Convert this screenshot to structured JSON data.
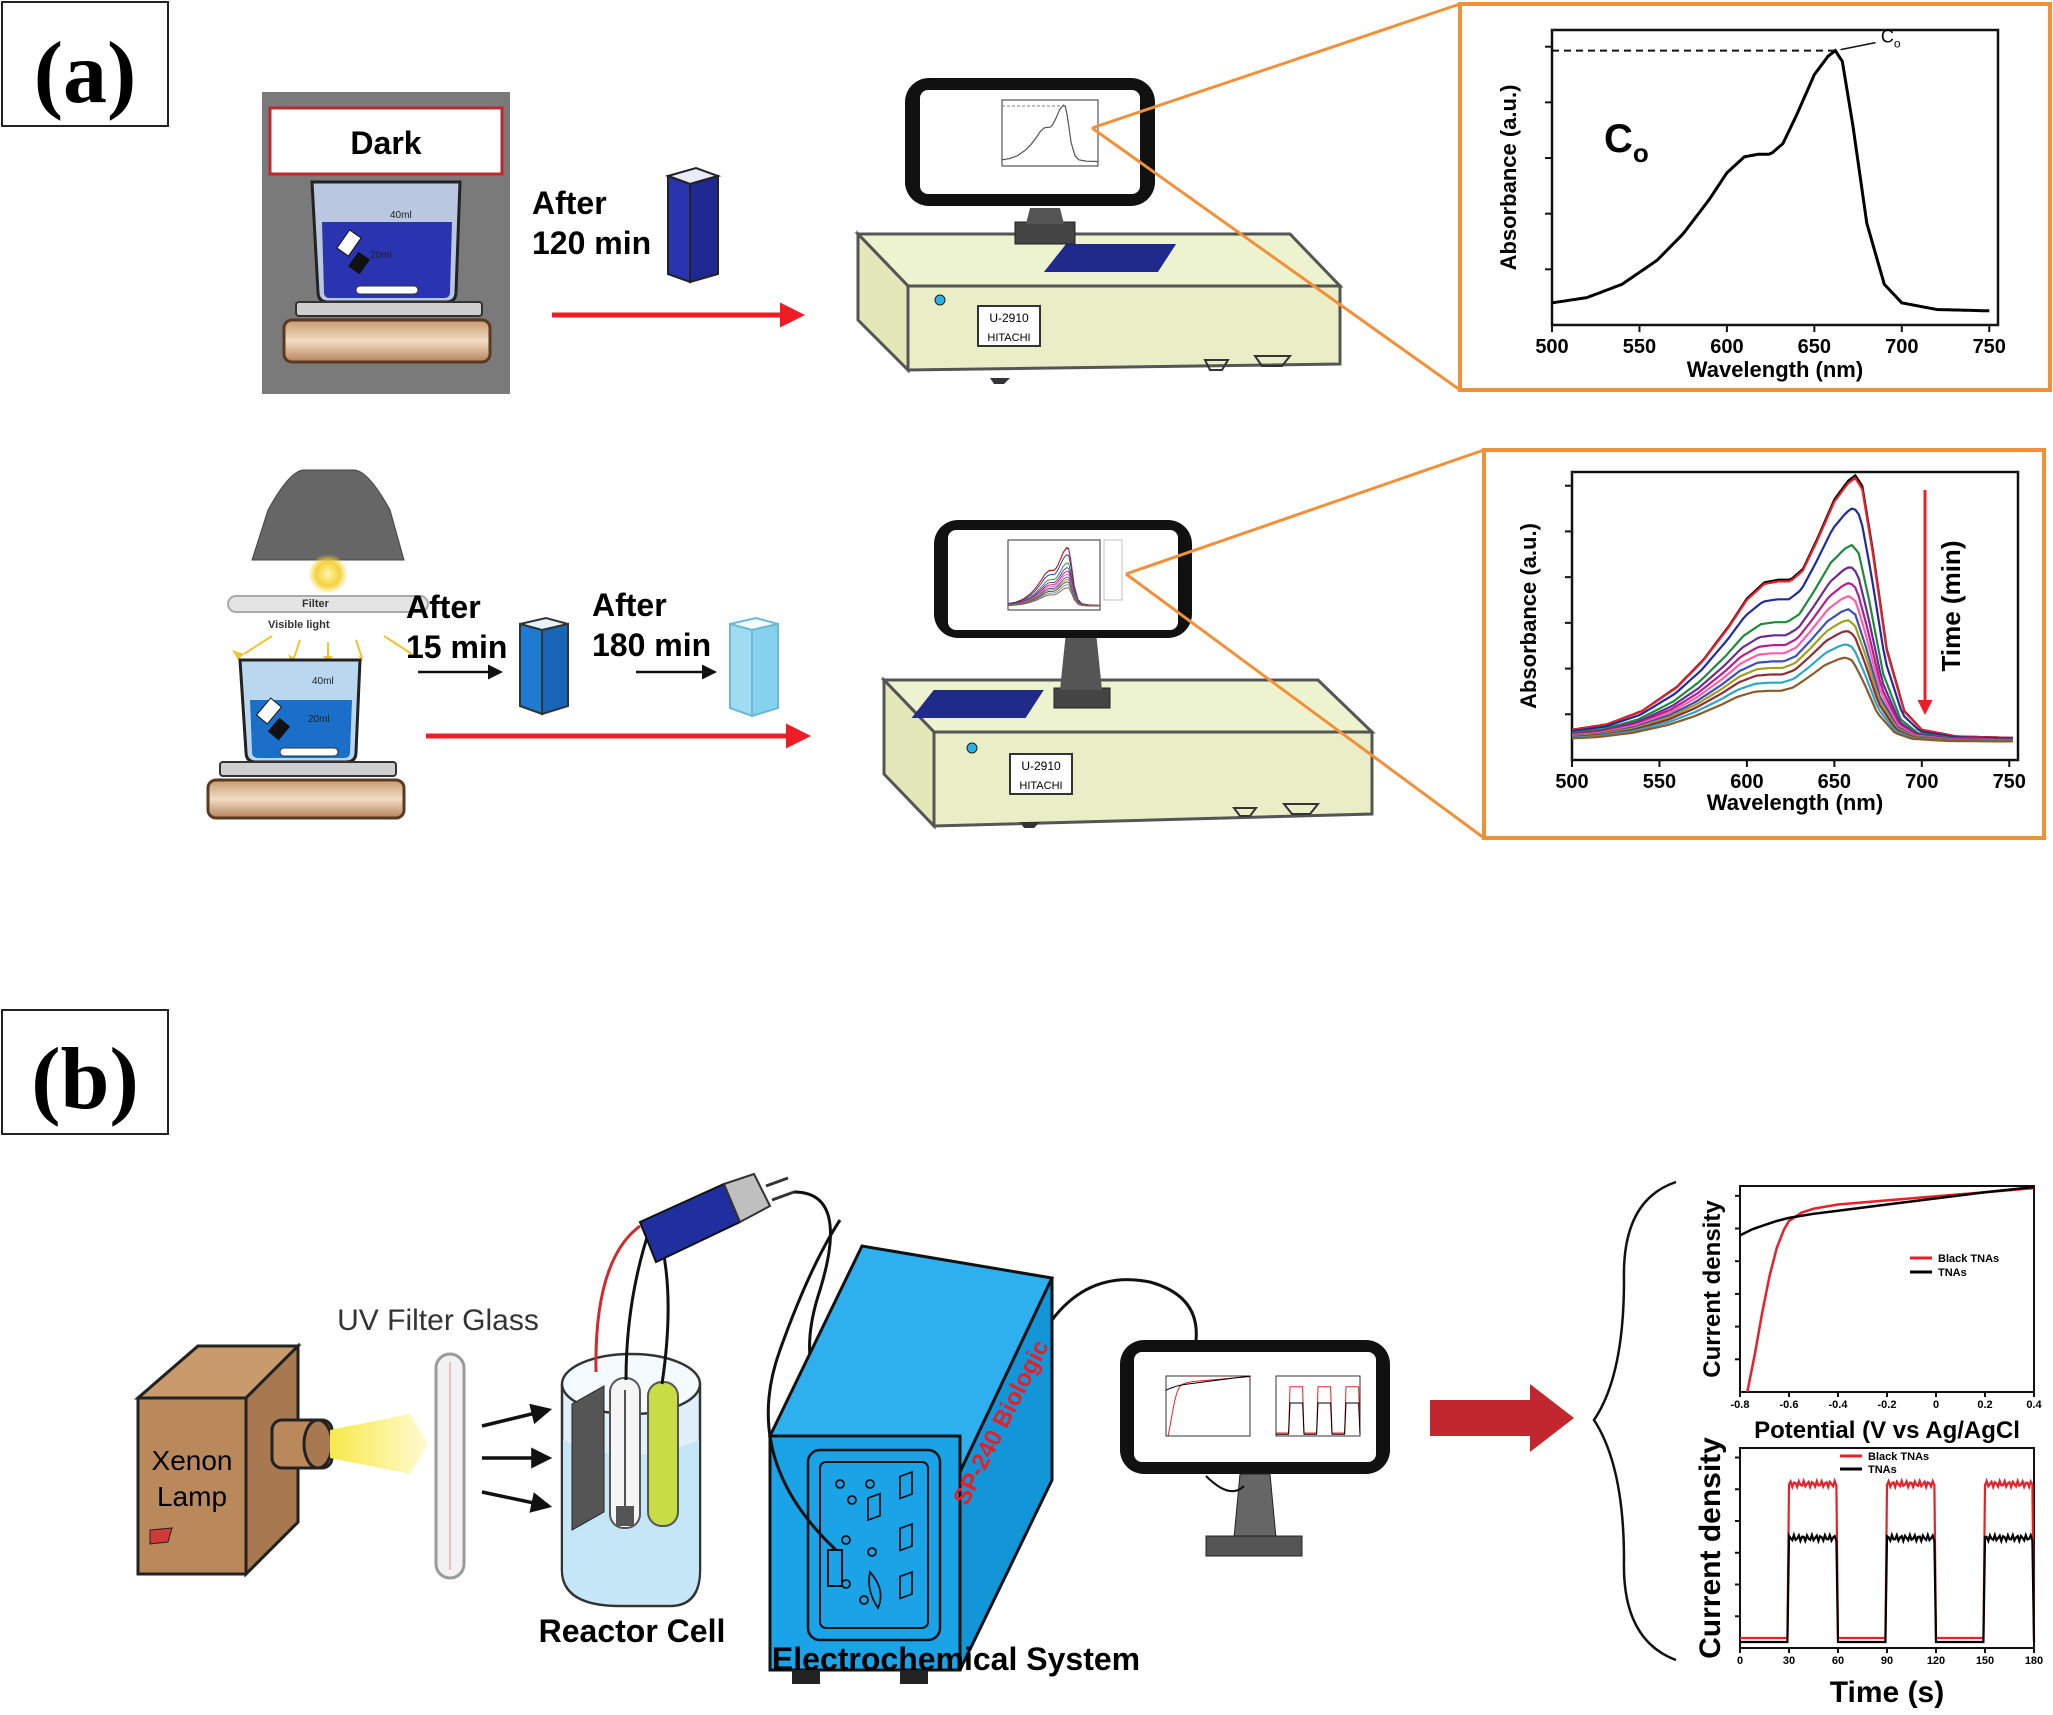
{
  "panel_a": {
    "label": "(a)",
    "dark_label": "Dark",
    "beaker_marks": [
      "40ml",
      "20ml"
    ],
    "after_120": [
      "After",
      "120 min"
    ],
    "after_15": [
      "After",
      "15 min"
    ],
    "after_180": [
      "After",
      "180 min"
    ],
    "filter_label": "Filter",
    "visible_light_label": "Visible light",
    "instrument": {
      "model": "U-2910",
      "brand": "HITACHI"
    }
  },
  "panel_b": {
    "label": "(b)",
    "uv_filter_label": "UV Filter Glass",
    "lamp_label": [
      "Xenon",
      "Lamp"
    ],
    "reactor_label": "Reactor Cell",
    "system_label": "Electrochemical System",
    "instrument_name": "SP-240 Biologic"
  },
  "colors": {
    "orange_frame": "#f0913a",
    "red_arrow": "#ee1c24",
    "dark_red_arrow": "#c1272d",
    "instrument_blue": "#1aa3e6",
    "cyan_solution": "#7fd3ee",
    "methylene_blue": "#2e3aa8"
  },
  "chart_data": [
    {
      "type": "line",
      "id": "initial_absorbance",
      "xlabel": "Wavelength (nm)",
      "ylabel": "Absorbance (a.u.)",
      "xlim": [
        500,
        755
      ],
      "xticks": [
        500,
        550,
        600,
        650,
        700,
        750
      ],
      "annotation": "C",
      "annotation_sub": "o",
      "big_label": "C",
      "big_label_sub": "o",
      "series": [
        {
          "color": "#000000",
          "x": [
            500,
            520,
            540,
            560,
            575,
            590,
            600,
            610,
            618,
            625,
            632,
            640,
            650,
            658,
            662,
            666,
            672,
            680,
            690,
            700,
            720,
            750
          ],
          "y": [
            0.05,
            0.07,
            0.12,
            0.21,
            0.31,
            0.44,
            0.54,
            0.6,
            0.61,
            0.61,
            0.65,
            0.76,
            0.91,
            0.98,
            1.0,
            0.96,
            0.72,
            0.35,
            0.12,
            0.05,
            0.025,
            0.02
          ]
        }
      ]
    },
    {
      "type": "line",
      "id": "absorbance_vs_time",
      "xlabel": "Wavelength (nm)",
      "ylabel": "Absorbance (a.u.)",
      "xlim": [
        500,
        755
      ],
      "xticks": [
        500,
        550,
        600,
        650,
        700,
        750
      ],
      "time_label": "Time (min)",
      "series": [
        {
          "color": "#000000",
          "scale": 1.0
        },
        {
          "color": "#e8202a",
          "scale": 0.99
        },
        {
          "color": "#1f2d9c",
          "scale": 0.88
        },
        {
          "color": "#1e8a3c",
          "scale": 0.74
        },
        {
          "color": "#6a2c91",
          "scale": 0.66
        },
        {
          "color": "#b21f8f",
          "scale": 0.6
        },
        {
          "color": "#ff5ea8",
          "scale": 0.55
        },
        {
          "color": "#3b4fb8",
          "scale": 0.5
        },
        {
          "color": "#a0a020",
          "scale": 0.46
        },
        {
          "color": "#8b2d3a",
          "scale": 0.42
        },
        {
          "color": "#2ea6c9",
          "scale": 0.37
        },
        {
          "color": "#8b5a2b",
          "scale": 0.32
        }
      ],
      "base_x": [
        500,
        520,
        540,
        560,
        575,
        590,
        600,
        610,
        618,
        625,
        632,
        640,
        650,
        658,
        662,
        666,
        672,
        680,
        690,
        700,
        720,
        750
      ],
      "base_y": [
        0.05,
        0.07,
        0.12,
        0.21,
        0.31,
        0.44,
        0.54,
        0.6,
        0.61,
        0.61,
        0.65,
        0.76,
        0.91,
        0.98,
        1.0,
        0.96,
        0.72,
        0.35,
        0.12,
        0.05,
        0.025,
        0.02
      ]
    },
    {
      "type": "line",
      "id": "linear_sweep",
      "xlabel": "Potential (V vs Ag/AgCl",
      "ylabel": "Current density",
      "xlim": [
        -0.8,
        0.4
      ],
      "xticks": [
        -0.8,
        -0.6,
        -0.4,
        -0.2,
        0.0,
        0.2,
        0.4
      ],
      "series": [
        {
          "name": "Black TNAs",
          "color": "#e8202a",
          "x": [
            -0.77,
            -0.74,
            -0.71,
            -0.68,
            -0.65,
            -0.62,
            -0.6,
            -0.55,
            -0.5,
            -0.4,
            -0.2,
            0.0,
            0.2,
            0.4
          ],
          "y": [
            0.0,
            0.18,
            0.38,
            0.56,
            0.7,
            0.79,
            0.83,
            0.87,
            0.89,
            0.91,
            0.93,
            0.95,
            0.97,
            0.99
          ]
        },
        {
          "name": "TNAs",
          "color": "#000000",
          "x": [
            -0.8,
            -0.75,
            -0.7,
            -0.65,
            -0.6,
            -0.5,
            -0.4,
            -0.2,
            0.0,
            0.2,
            0.4
          ],
          "y": [
            0.76,
            0.79,
            0.81,
            0.83,
            0.845,
            0.865,
            0.88,
            0.91,
            0.94,
            0.97,
            0.995
          ]
        }
      ]
    },
    {
      "type": "line",
      "id": "chopped_photocurrent",
      "xlabel": "Time (s)",
      "ylabel": "Current density",
      "xlim": [
        0,
        180
      ],
      "xticks": [
        0,
        30,
        60,
        90,
        120,
        150,
        180
      ],
      "series": [
        {
          "name": "Black TNAs",
          "color": "#e8202a",
          "on_level": 0.82,
          "off_level": 0.05
        },
        {
          "name": "TNAs",
          "color": "#000000",
          "on_level": 0.55,
          "off_level": 0.03
        }
      ],
      "light_on_windows": [
        [
          30,
          60
        ],
        [
          90,
          120
        ],
        [
          150,
          180
        ]
      ]
    }
  ]
}
